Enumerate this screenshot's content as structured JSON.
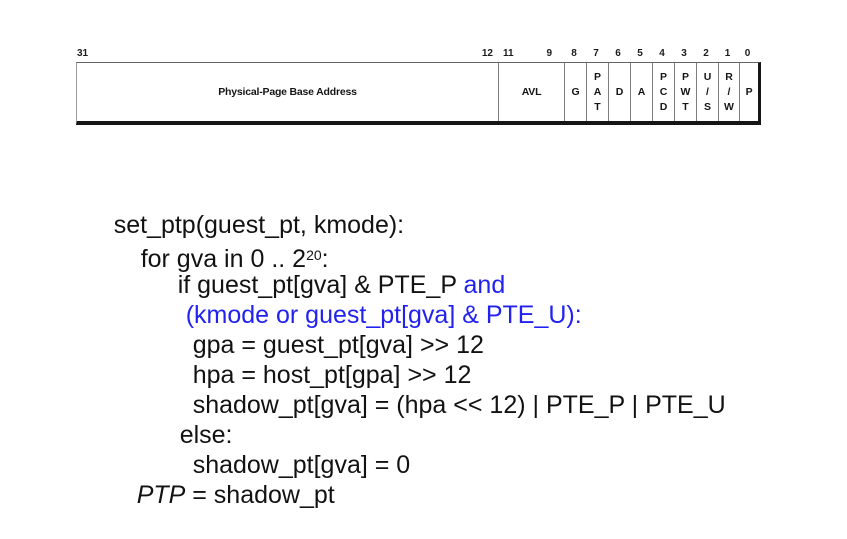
{
  "colors": {
    "code_keyword_blue": "#2222f0",
    "text_black": "#121212",
    "diagram_thick_border": "#161616",
    "diagram_thin_line": "#7d7d7d",
    "background": "#ffffff"
  },
  "diagram": {
    "bit_numbers": [
      "31",
      "12",
      "11",
      "9",
      "8",
      "7",
      "6",
      "5",
      "4",
      "3",
      "2",
      "1",
      "0"
    ],
    "fields": [
      {
        "bits": "31-12",
        "label": "Physical-Page Base Address"
      },
      {
        "bits": "11-9",
        "label": "AVL"
      },
      {
        "bits": "8",
        "label": "G"
      },
      {
        "bits": "7",
        "letters": [
          "P",
          "A",
          "T"
        ]
      },
      {
        "bits": "6",
        "label": "D"
      },
      {
        "bits": "5",
        "label": "A"
      },
      {
        "bits": "4",
        "letters": [
          "P",
          "C",
          "D"
        ]
      },
      {
        "bits": "3",
        "letters": [
          "P",
          "W",
          "T"
        ]
      },
      {
        "bits": "2",
        "letters": [
          "U",
          "/",
          "S"
        ]
      },
      {
        "bits": "1",
        "letters": [
          "R",
          "/",
          "W"
        ]
      },
      {
        "bits": "0",
        "label": "P"
      }
    ]
  },
  "code": {
    "lines": [
      {
        "segments": [
          {
            "text": "set_ptp(guest_pt, kmode):",
            "color": "black"
          }
        ]
      },
      {
        "segments": [
          {
            "text": "for gva in 0 .. 2",
            "color": "black"
          },
          {
            "text": "20",
            "color": "black",
            "superscript": true
          },
          {
            "text": ":",
            "color": "black"
          }
        ]
      },
      {
        "segments": [
          {
            "text": "if guest_pt[gva] & PTE_P ",
            "color": "black"
          },
          {
            "text": "and",
            "color": "blue"
          }
        ]
      },
      {
        "segments": [
          {
            "text": "(kmode or guest_pt[gva] & PTE_U):",
            "color": "blue"
          }
        ]
      },
      {
        "segments": [
          {
            "text": "gpa = guest_pt[gva] >> 12",
            "color": "black"
          }
        ]
      },
      {
        "segments": [
          {
            "text": "hpa = host_pt[gpa] >> 12",
            "color": "black"
          }
        ]
      },
      {
        "segments": [
          {
            "text": "shadow_pt[gva] = (hpa << 12) | PTE_P | PTE_U",
            "color": "black"
          }
        ]
      },
      {
        "segments": [
          {
            "text": "else:",
            "color": "black"
          }
        ]
      },
      {
        "segments": [
          {
            "text": "shadow_pt[gva] = 0",
            "color": "black"
          }
        ]
      },
      {
        "segments": [
          {
            "text": "PTP",
            "color": "black",
            "italic": true
          },
          {
            "text": " = shadow_pt",
            "color": "black"
          }
        ]
      }
    ]
  }
}
